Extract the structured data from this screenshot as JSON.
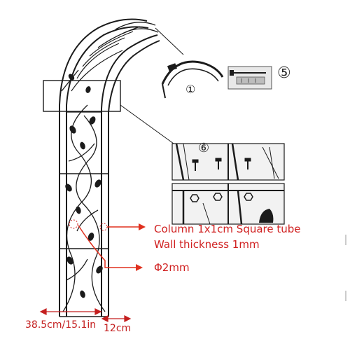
{
  "colors": {
    "line": "#1b1b1b",
    "callout": "#d22a2a",
    "panel_bg": "#f2f2f2",
    "arrow": "#e0301e"
  },
  "part_numbers": {
    "top_connector": "①",
    "screw_pack": "⑤",
    "detail_screws": "⑥"
  },
  "callouts": {
    "column_line1": "Column 1x1cm Square tube",
    "column_line2": "Wall thickness 1mm",
    "wire_diameter": "Φ2mm"
  },
  "dimensions": {
    "width_label": "38.5cm/15.1in",
    "depth_label": "12cm"
  }
}
